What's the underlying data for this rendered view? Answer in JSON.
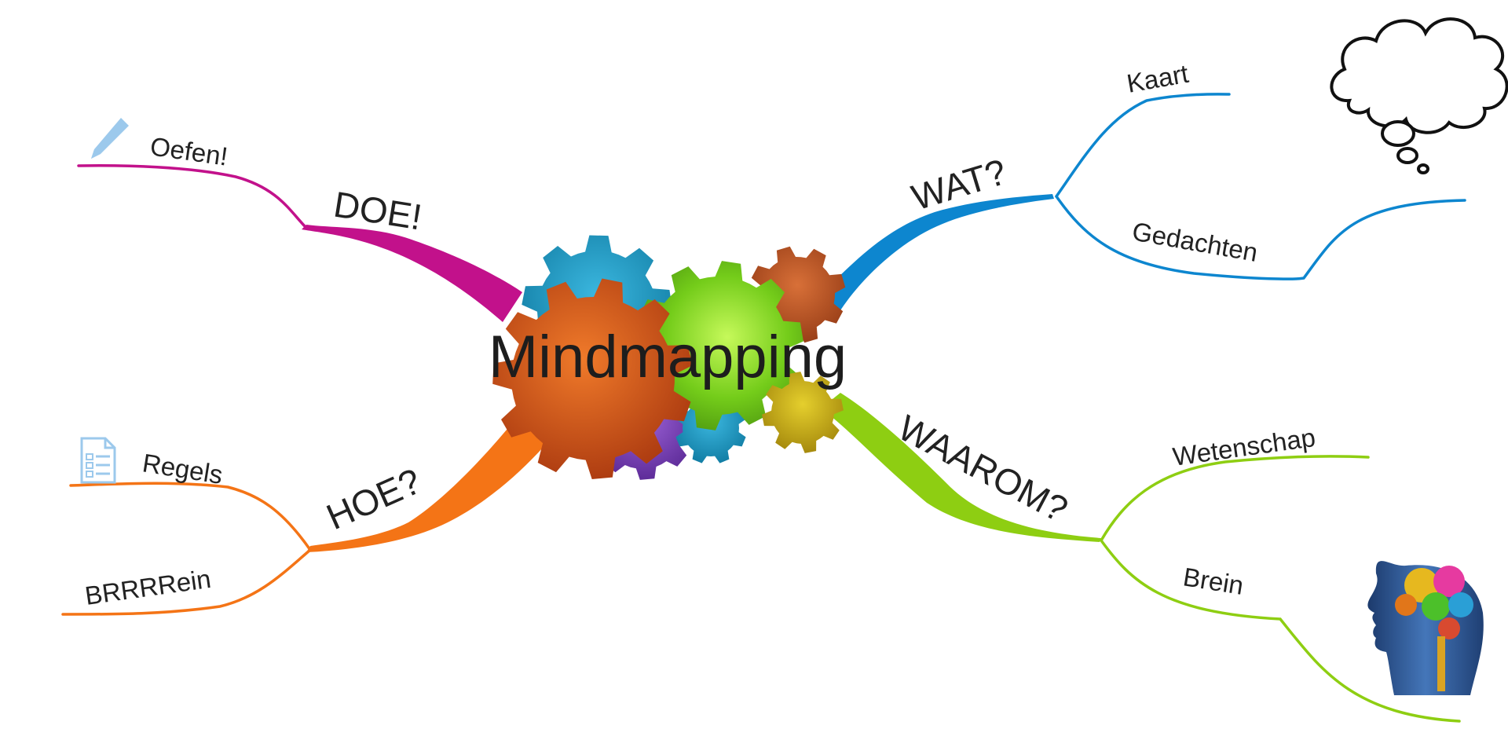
{
  "center": {
    "title": "Mindmapping"
  },
  "colors": {
    "magenta": "#c2118b",
    "orange": "#f47416",
    "blue": "#0d86cf",
    "green": "#8ece12",
    "gear_orange": "#c8501a",
    "gear_green": "#6fc320",
    "gear_teal": "#1c97c2",
    "gear_purple": "#7c44b8",
    "gear_yellow": "#c7ab1a",
    "gear_rust": "#b9532a",
    "icon_light_blue": "#9cc9ec",
    "head_blue": "#2a4f8c"
  },
  "branches": {
    "doe": {
      "label": "DOE!",
      "children": [
        {
          "label": "Oefen!",
          "icon": "pencil-icon"
        }
      ]
    },
    "hoe": {
      "label": "HOE?",
      "children": [
        {
          "label": "Regels",
          "icon": "checklist-document-icon"
        },
        {
          "label": "BRRRRein"
        }
      ]
    },
    "wat": {
      "label": "WAT?",
      "children": [
        {
          "label": "Kaart"
        },
        {
          "label": "Gedachten"
        }
      ],
      "icon": "thought-cloud-icon"
    },
    "waarom": {
      "label": "WAAROM?",
      "children": [
        {
          "label": "Wetenschap"
        },
        {
          "label": "Brein"
        }
      ],
      "icon": "brain-gears-head-icon"
    }
  }
}
